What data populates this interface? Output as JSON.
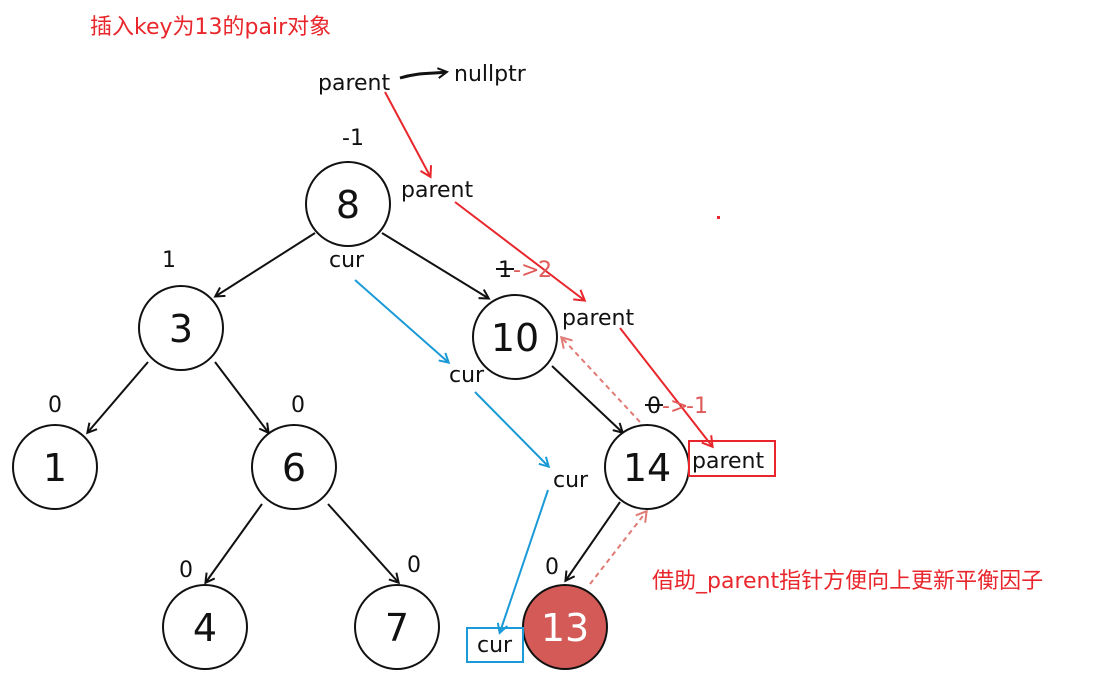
{
  "title": "插入key为13的pair对象",
  "note": "借助_parent指针方便向上更新平衡因子",
  "root_parent": {
    "label": "parent",
    "target": "nullptr"
  },
  "nodes": [
    {
      "id": "n8",
      "key": "8",
      "bf": "-1"
    },
    {
      "id": "n3",
      "key": "3",
      "bf": "1"
    },
    {
      "id": "n10",
      "key": "10",
      "bf_old": "1",
      "bf_new": "2"
    },
    {
      "id": "n1",
      "key": "1",
      "bf": "0"
    },
    {
      "id": "n6",
      "key": "6",
      "bf": "0"
    },
    {
      "id": "n14",
      "key": "14",
      "bf_old": "0",
      "bf_new": "-1"
    },
    {
      "id": "n4",
      "key": "4",
      "bf": "0"
    },
    {
      "id": "n7",
      "key": "7",
      "bf": "0"
    },
    {
      "id": "n13",
      "key": "13",
      "bf": "0",
      "new": true
    }
  ],
  "bf_arrow": "->",
  "parent_labels": [
    "parent",
    "parent",
    "parent"
  ],
  "parent_final": "parent",
  "cur_labels": [
    "cur",
    "cur",
    "cur"
  ],
  "cur_final": "cur",
  "colors": {
    "red": "#e8262b",
    "blue": "#1a9ad6",
    "new_node_fill": "#d35a57",
    "dashed_arrow": "#e07a74"
  }
}
